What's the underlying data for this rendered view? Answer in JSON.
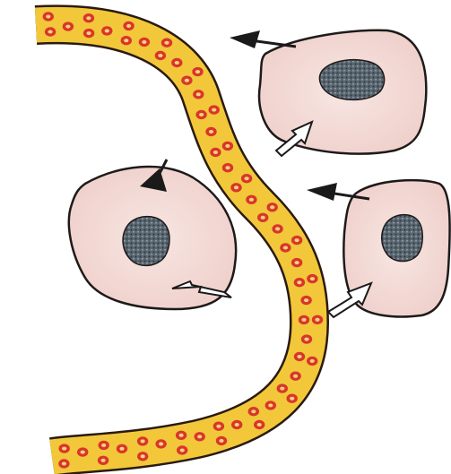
{
  "diagram": {
    "colors": {
      "background": "#ffffff",
      "vessel_fill": "#f2c83a",
      "vessel_outline": "#2a1a10",
      "rbc_fill": "#d9362b",
      "rbc_center": "#f7d27a",
      "cell_fill": "#f3dcd8",
      "cell_outline": "#1e1a1a",
      "nucleus_fill": "#5a6670",
      "nucleus_dots": "#2e3840",
      "arrow_dark": "#1a1a1a",
      "arrow_open_fill": "#ffffff",
      "arrow_open_stroke": "#1a1a1a"
    },
    "elements": {
      "vessel": "blood-vessel",
      "cells": [
        {
          "id": "cell-top-right",
          "has_nucleus": true,
          "arrows": [
            "efflux-dark",
            "influx-open"
          ]
        },
        {
          "id": "cell-left",
          "has_nucleus": true,
          "arrows": [
            "efflux-dark",
            "influx-open"
          ]
        },
        {
          "id": "cell-bottom-right",
          "has_nucleus": true,
          "arrows": [
            "efflux-dark",
            "influx-open"
          ]
        }
      ],
      "icons": [
        "dark-arrow-icon",
        "open-arrow-icon",
        "red-blood-cell-icon",
        "nucleus-icon"
      ]
    }
  }
}
